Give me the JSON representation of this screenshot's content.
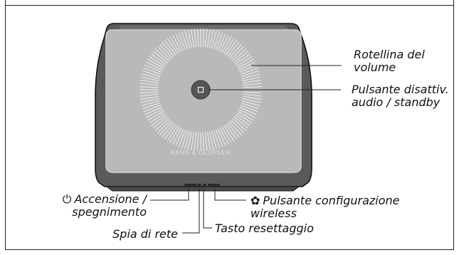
{
  "brand": "BANG & OLUFSEN",
  "colors": {
    "outline": "#111111",
    "body_dark": "#5a5a5a",
    "body_mid": "#7a7a7a",
    "top_plate": "#b9b9b9",
    "top_plate_edge": "#cfcfcf",
    "dial_ticks": "#e6e6e6",
    "button": "#555555",
    "callout": "#222222"
  },
  "labels": {
    "volume_wheel": [
      "Rotellina del",
      "volume"
    ],
    "mute_standby": [
      "Pulsante disattiv.",
      "audio / standby"
    ],
    "power": [
      "Accensione /",
      "spegnimento"
    ],
    "wireless_setup": [
      "Pulsante configurazione",
      "wireless"
    ],
    "network_light": "Spia di rete",
    "reset_button": "Tasto resettaggio"
  },
  "icons": {
    "power": "power-icon",
    "wireless_setup": "gear-icon"
  }
}
